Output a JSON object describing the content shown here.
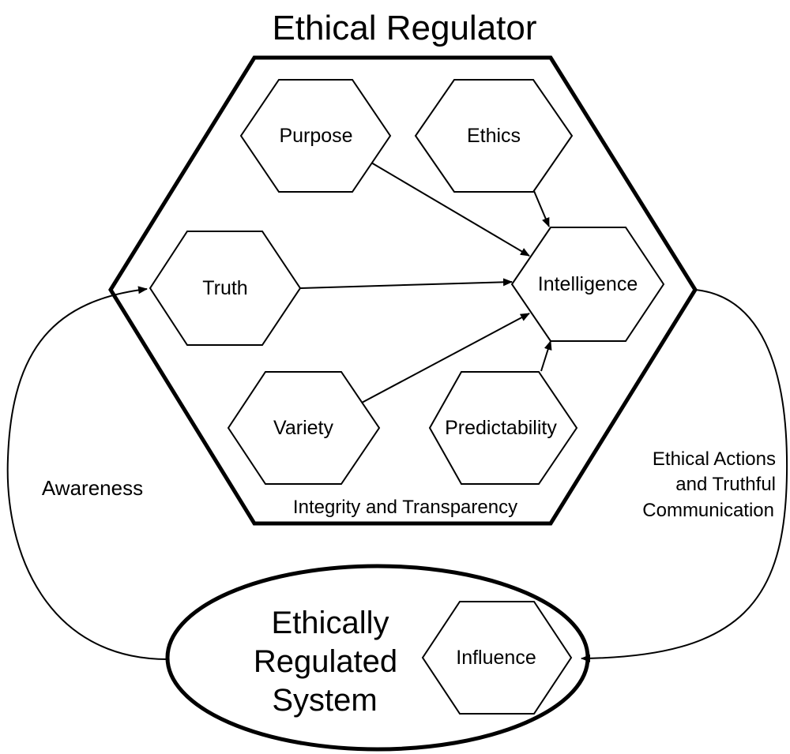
{
  "regulator": {
    "title": "Ethical Regulator",
    "caption": "Integrity and Transparency"
  },
  "nodes": {
    "purpose": "Purpose",
    "ethics": "Ethics",
    "truth": "Truth",
    "intelligence": "Intelligence",
    "variety": "Variety",
    "predictability": "Predictability",
    "influence": "Influence"
  },
  "system": {
    "line1": "Ethically",
    "line2": "Regulated",
    "line3": "System"
  },
  "feedback": {
    "awareness": "Awareness",
    "actions_line1": "Ethical Actions",
    "actions_line2": "and Truthful",
    "actions_line3": "Communication"
  }
}
